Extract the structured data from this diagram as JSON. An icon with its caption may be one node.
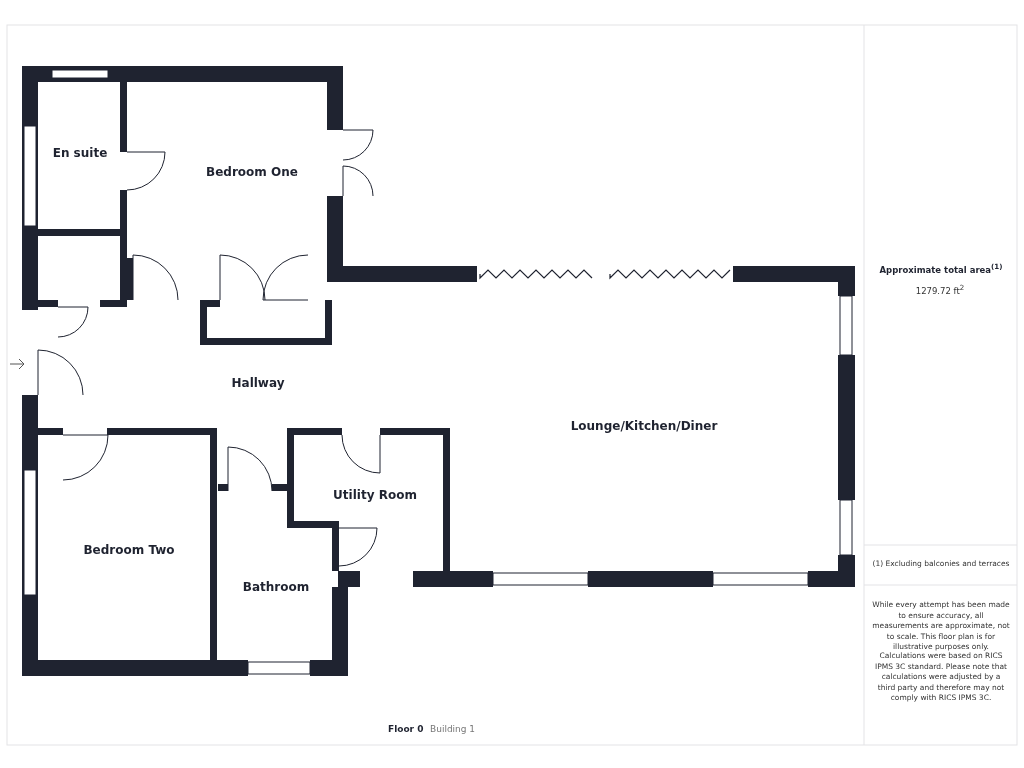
{
  "diagram": {
    "nodes": [
      {
        "text": [
          "En suite"
        ]
      },
      {
        "text": [
          "Bedroom One"
        ]
      },
      {
        "text": [
          "Hallway"
        ]
      },
      {
        "text": [
          "Lounge/Kitchen/Diner"
        ]
      },
      {
        "text": [
          "Utility Room"
        ]
      },
      {
        "text": [
          "Bedroom Two"
        ]
      },
      {
        "text": [
          "Bathroom"
        ]
      }
    ],
    "labels": [
      "Approximate total area$^{(1)}$",
      "1279.72 ft$^{2}$",
      "(1) Excluding balconies and terraces",
      "While every attempt has been made to ensure accuracy, all measurements are approximate, not to scale. This floor plan is for illustrative purposes only.",
      "Calculations were based on RICS IPMS 3C standard. Please note that calculations were adjusted by a third party and therefore may not comply with RICS IPMS 3C.",
      "Floor 0",
      "Building 1"
    ]
  }
}
